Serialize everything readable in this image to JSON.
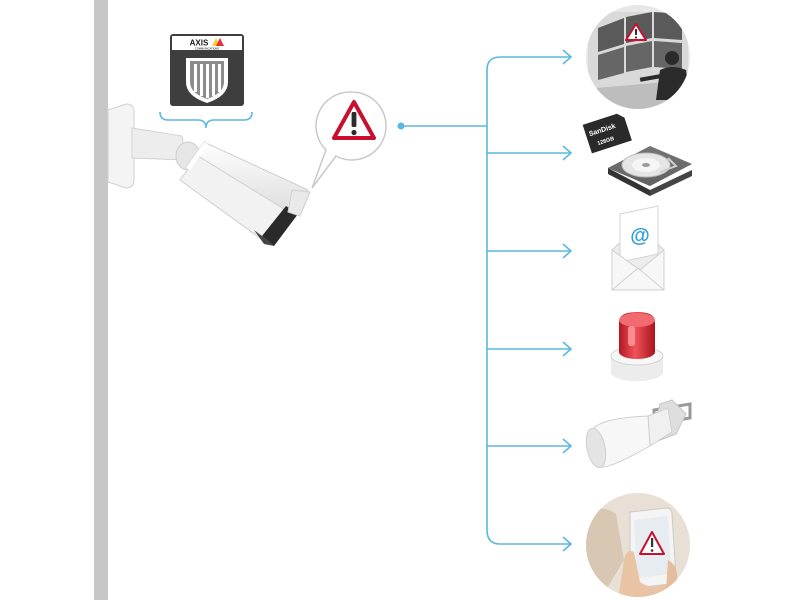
{
  "badge": {
    "brand_text": "AXIS",
    "brand_subtext": "COMMUNICATIONS"
  },
  "sd_card": {
    "brand": "SanDisk",
    "capacity": "128GB"
  },
  "colors": {
    "connector": "#5ab8e2",
    "pole": "#c7c7c7",
    "warning": "#c8102e",
    "beacon": "#e0303a",
    "badge_dark": "#4b4b4b",
    "email_accent": "#2e9fd8"
  },
  "icons": [
    "alert-icon",
    "operator-monitors-icon",
    "storage-icon",
    "email-icon",
    "siren-icon",
    "horn-speaker-icon",
    "mobile-alert-icon"
  ]
}
